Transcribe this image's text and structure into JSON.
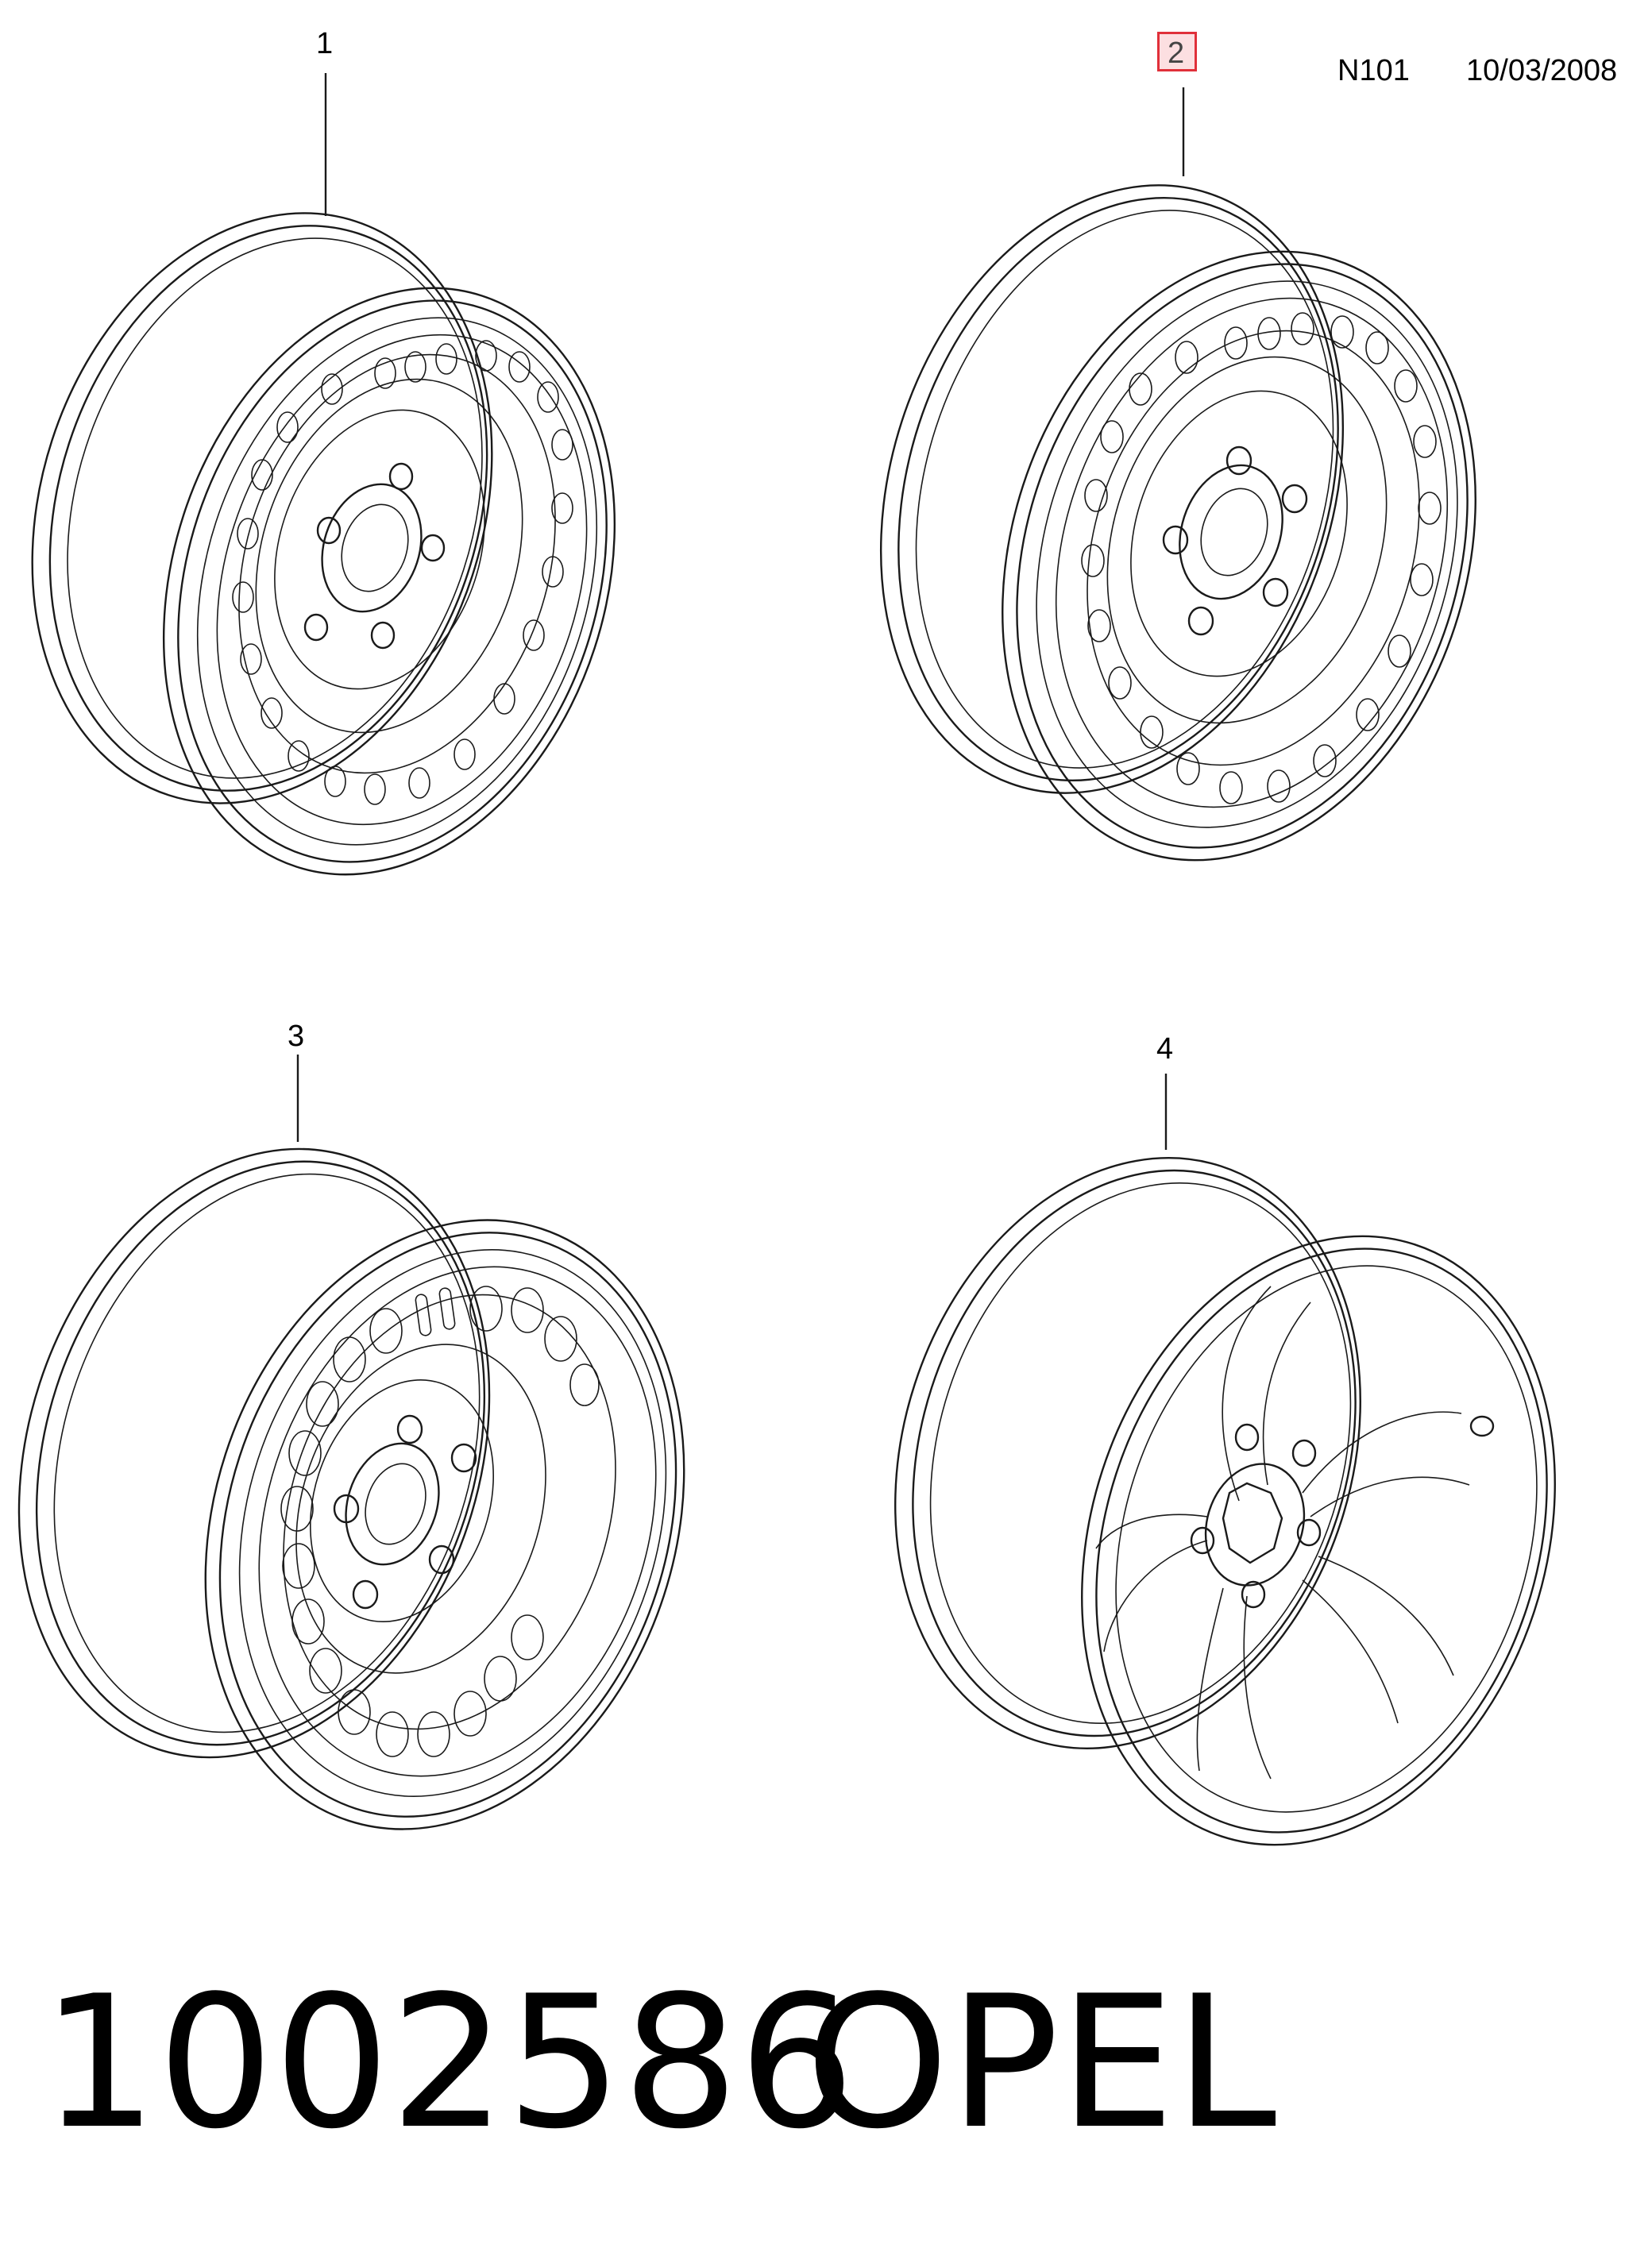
{
  "header": {
    "code": "N101",
    "date": "10/03/2008"
  },
  "callouts": [
    {
      "label": "1",
      "highlighted": false
    },
    {
      "label": "2",
      "highlighted": true
    },
    {
      "label": "3",
      "highlighted": false
    },
    {
      "label": "4",
      "highlighted": false
    }
  ],
  "footer": {
    "part_number": "1002586",
    "brand": "OPEL"
  },
  "colors": {
    "line": "#1a1a1a",
    "highlight_border": "#e0303a",
    "highlight_fill": "#f0505a"
  }
}
